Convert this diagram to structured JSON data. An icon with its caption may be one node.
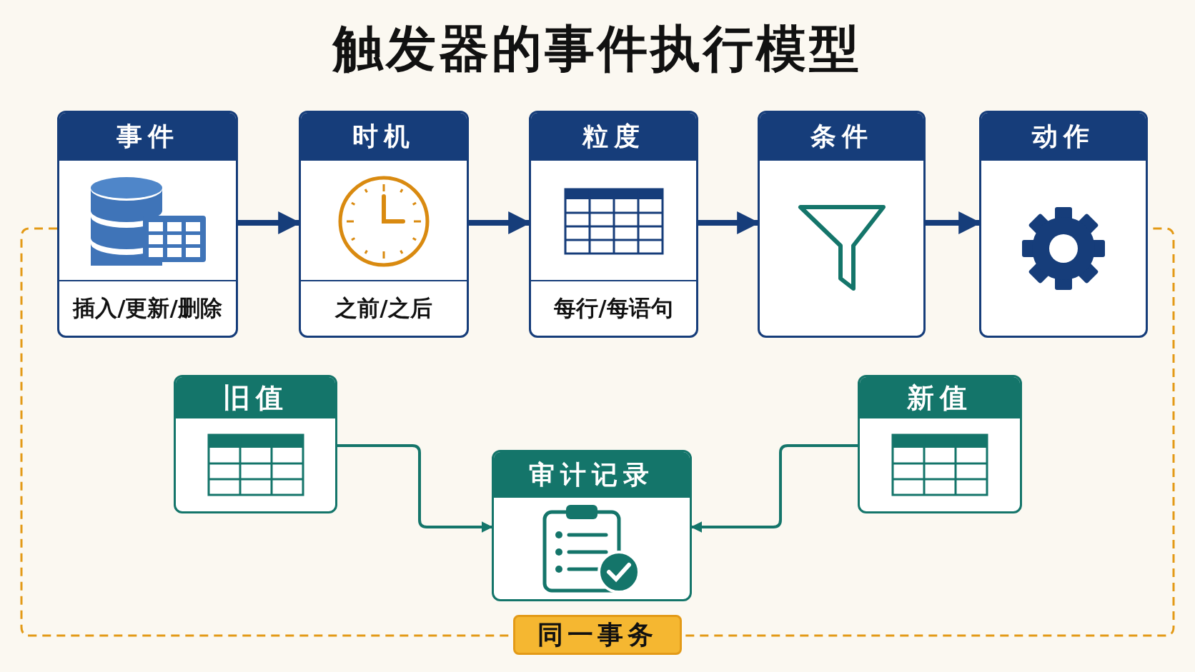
{
  "diagram": {
    "title": "触发器的事件执行模型",
    "nodes": [
      {
        "text": [
          "事件",
          "插入/更新/删除"
        ]
      },
      {
        "text": [
          "时机",
          "之前/之后"
        ]
      },
      {
        "text": [
          "粒度",
          "每行/每语句"
        ]
      },
      {
        "text": [
          "条件"
        ]
      },
      {
        "text": [
          "动作"
        ]
      },
      {
        "text": [
          "旧值"
        ]
      },
      {
        "text": [
          "审计记录"
        ]
      },
      {
        "text": [
          "新值"
        ]
      }
    ],
    "edges": [
      {
        "from": 0,
        "to": 1,
        "arrow": "to"
      },
      {
        "from": 1,
        "to": 2,
        "arrow": "to"
      },
      {
        "from": 2,
        "to": 3,
        "arrow": "to"
      },
      {
        "from": 3,
        "to": 4,
        "arrow": "to"
      },
      {
        "from": 5,
        "to": 6,
        "arrow": "to",
        "color": "#14756a"
      },
      {
        "from": 7,
        "to": 6,
        "arrow": "to",
        "color": "#14756a"
      },
      {
        "from": 0,
        "to": 4,
        "arrow": "none",
        "label": "同一事务",
        "style": "dashed",
        "color": "#e39a17"
      }
    ]
  }
}
